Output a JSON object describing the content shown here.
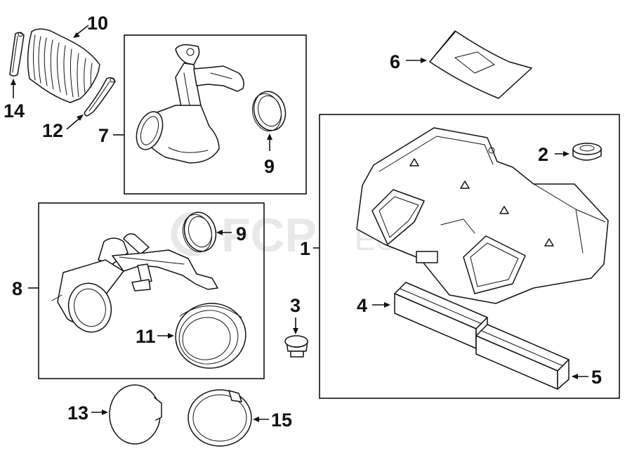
{
  "watermark": {
    "main": "FCP",
    "suffix": "EURO"
  },
  "callouts": {
    "c1": "1",
    "c2": "2",
    "c3": "3",
    "c4": "4",
    "c5": "5",
    "c6": "6",
    "c7": "7",
    "c8": "8",
    "c9a": "9",
    "c9b": "9",
    "c10": "10",
    "c11": "11",
    "c12": "12",
    "c13": "13",
    "c14": "14",
    "c15": "15"
  },
  "parts": [
    "intake-manifold-cover",
    "grommet",
    "mount",
    "air-filter-left",
    "air-filter-right",
    "heat-shield",
    "intake-duct-upper",
    "intake-duct-lower",
    "seal-ring",
    "intake-boot",
    "seal-large",
    "clamp",
    "gasket",
    "clamp-small",
    "gasket-oval"
  ]
}
